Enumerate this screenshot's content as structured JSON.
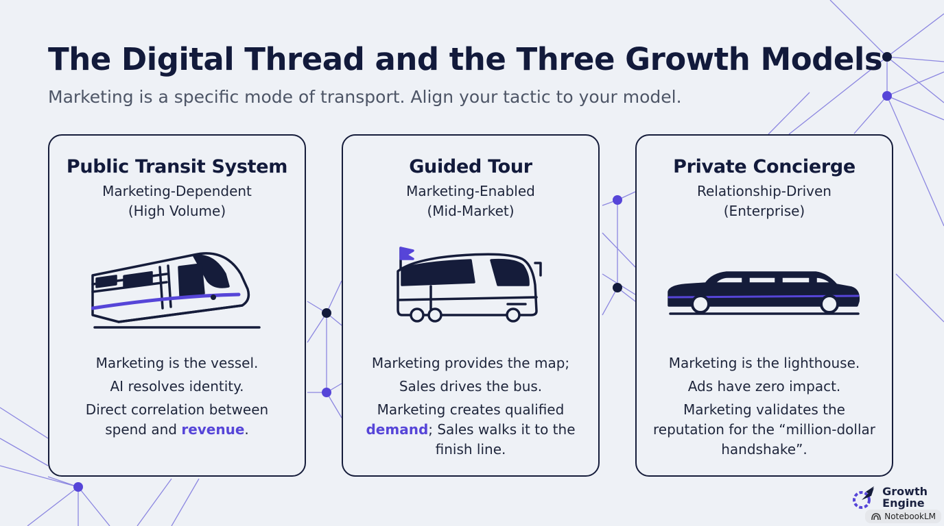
{
  "title": "The Digital Thread and the Three Growth Models",
  "subtitle": "Marketing is a specific mode of transport. Align your tactic to your model.",
  "accent_color": "#5645d8",
  "ink_color": "#121a3b",
  "cards": [
    {
      "title": "Public Transit System",
      "subtitle_lines": [
        "Marketing-Dependent",
        "(High Volume)"
      ],
      "icon": "train-icon",
      "body": [
        "Marketing is the vessel.",
        "AI resolves identity.",
        {
          "before": "Direct correlation between spend and ",
          "highlight": "revenue",
          "after": "."
        }
      ]
    },
    {
      "title": "Guided Tour",
      "subtitle_lines": [
        "Marketing-Enabled",
        "(Mid-Market)"
      ],
      "icon": "tour-bus-icon",
      "body": [
        "Marketing provides the map;",
        "Sales drives the bus.",
        {
          "before": "Marketing creates qualified ",
          "highlight": "demand",
          "after": "; Sales walks it to the finish line."
        }
      ]
    },
    {
      "title": "Private Concierge",
      "subtitle_lines": [
        "Relationship-Driven",
        "(Enterprise)"
      ],
      "icon": "limousine-icon",
      "body": [
        "Marketing is the lighthouse.",
        "Ads have zero impact.",
        {
          "before": "Marketing validates the reputation for the “million-dollar handshake”.",
          "highlight": "",
          "after": ""
        }
      ]
    }
  ],
  "brand": {
    "line1": "Growth",
    "line2": "Engine",
    "icon": "rocket-gear-icon"
  },
  "badge": {
    "label": "NotebookLM",
    "icon": "notebooklm-icon"
  }
}
